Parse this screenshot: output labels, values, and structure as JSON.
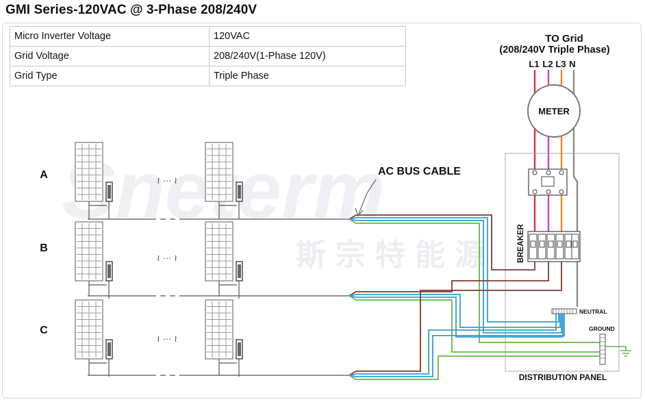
{
  "title": "GMI Series-120VAC @ 3-Phase 208/240V",
  "spec_rows": [
    {
      "label": "Micro Inverter Voltage",
      "value": "120VAC"
    },
    {
      "label": "Grid  Voltage",
      "value": "208/240V(1-Phase 120V)"
    },
    {
      "label": "Grid Type",
      "value": "Triple Phase"
    }
  ],
  "grid": {
    "title": "TO Grid",
    "subtitle": "(208/240V Triple Phase)",
    "lines": [
      "L1",
      "L2",
      "L3",
      "N"
    ]
  },
  "meter_label": "METER",
  "breaker_label": "BREAKER",
  "neutral_label": "NEUTRAL",
  "ground_label": "GROUND",
  "distribution_label": "DISTRIBUTION PANEL",
  "bus_cable_label": "AC BUS CABLE",
  "rows": [
    "A",
    "B",
    "C"
  ],
  "ellipsis": "≀ ··· ≀",
  "watermark": {
    "brand": "Sneterm",
    "chinese": "斯宗特能源"
  },
  "colors": {
    "L1": "#e0313a",
    "L2": "#cc44cc",
    "L3": "#f08a20",
    "N": "#8a8a8a",
    "phase_a": "#7a3b2e",
    "phase_b": "#2f9fd8",
    "ground": "#6bb34a"
  }
}
